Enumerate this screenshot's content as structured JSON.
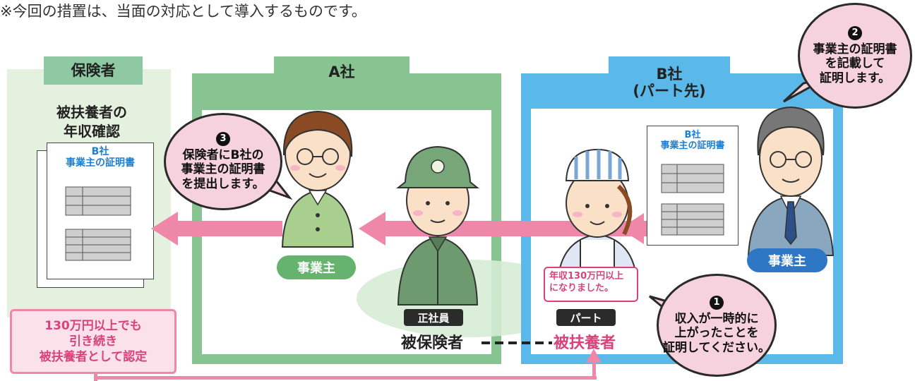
{
  "note": "※今回の措置は、当面の対応として導入するものです。",
  "insurer": {
    "title": "保険者",
    "check_label_1": "被扶養者の",
    "check_label_2": "年収確認",
    "doc_title_1": "B社",
    "doc_title_2": "事業主の証明書",
    "result_1": "130万円以上でも",
    "result_2": "引き続き",
    "result_3": "被扶養者として認定"
  },
  "company_a": {
    "title": "A社",
    "employer_label": "事業主",
    "employee_chip": "正社員",
    "insured_label": "被保険者"
  },
  "company_b": {
    "title_1": "B社",
    "title_2": "(パート先)",
    "doc_title_1": "B社",
    "doc_title_2": "事業主の証明書",
    "employer_label": "事業主",
    "part_chip": "パート",
    "dependent_label": "被扶養者",
    "speech_1": "年収130万円以上",
    "speech_2": "になりました。"
  },
  "steps": {
    "step1": {
      "num": "1",
      "l1": "収入が一時的に",
      "l2": "上がったことを",
      "l3": "証明してください。"
    },
    "step2": {
      "num": "2",
      "l1": "事業主の証明書",
      "l2": "を記載して",
      "l3": "証明します。"
    },
    "step3": {
      "num": "3",
      "l1": "保険者にB社の",
      "l2": "事業主の証明書",
      "l3": "を提出します。"
    }
  },
  "colors": {
    "insurer_bg": "#e3f1de",
    "insurer_tab": "#8ec9a3",
    "company_a": "#88c491",
    "company_b": "#5ab9e8",
    "arrow": "#ef88a8",
    "bubble": "#f6d1de",
    "doc_title": "#1d7fd1",
    "role_green": "#65b36f",
    "role_blue": "#2d77c4"
  }
}
